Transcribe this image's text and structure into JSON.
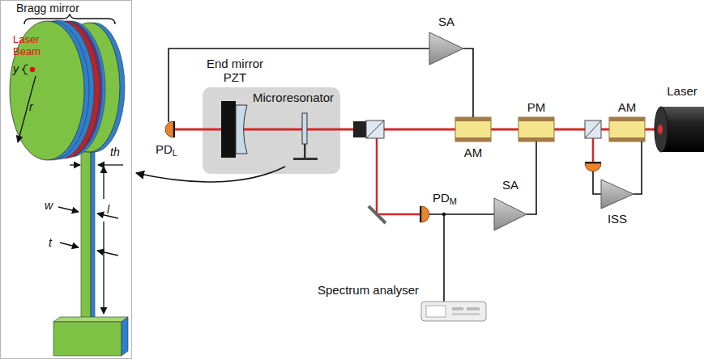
{
  "diagram": {
    "labels": [
      "Bragg mirror",
      "Laser Beam",
      "y",
      "r",
      "th",
      "l",
      "w",
      "t",
      "End mirror PZT",
      "SA",
      "PM",
      "AM",
      "Laser",
      "PD",
      "L",
      "Microresonator",
      "AM",
      "PD",
      "M",
      "SA",
      "ISS",
      "Spectrum analyser"
    ]
  }
}
